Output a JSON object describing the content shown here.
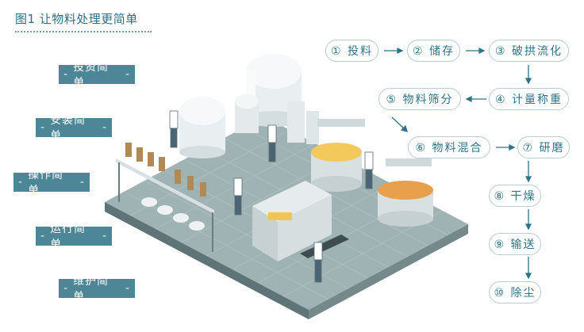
{
  "header": {
    "title": "图1  让物料处理更简单"
  },
  "tags": [
    {
      "label": "投资简单"
    },
    {
      "label": "安装简单"
    },
    {
      "label": "操作简单"
    },
    {
      "label": "运行简单"
    },
    {
      "label": "维护简单"
    }
  ],
  "steps": [
    {
      "label": "① 投料"
    },
    {
      "label": "② 储存"
    },
    {
      "label": "③ 破拱流化"
    },
    {
      "label": "④ 计量称重"
    },
    {
      "label": "⑤ 物料筛分"
    },
    {
      "label": "⑥ 物料混合"
    },
    {
      "label": "⑦ 研磨"
    },
    {
      "label": "⑧ 干燥"
    },
    {
      "label": "⑨ 输送"
    },
    {
      "label": "⑩ 除尘"
    }
  ],
  "colors": {
    "accent": "#2e7488",
    "tag_bg": "#4d8797",
    "floor": "#8fa3a6",
    "box_border": "#b9ccd2"
  }
}
